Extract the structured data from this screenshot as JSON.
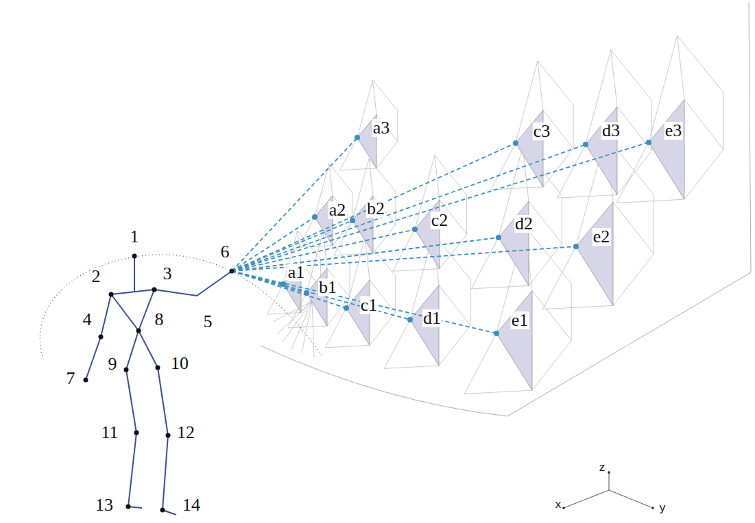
{
  "diagram": {
    "labels": [
      "1",
      "2",
      "3",
      "6",
      "4",
      "8",
      "5",
      "7",
      "9",
      "10",
      "11",
      "12",
      "13",
      "14",
      "a3",
      "c3",
      "d3",
      "e3",
      "a2",
      "b2",
      "c2",
      "d2",
      "e2",
      "a1",
      "b1",
      "c1",
      "d1",
      "e1",
      "z",
      "x",
      "y"
    ]
  }
}
